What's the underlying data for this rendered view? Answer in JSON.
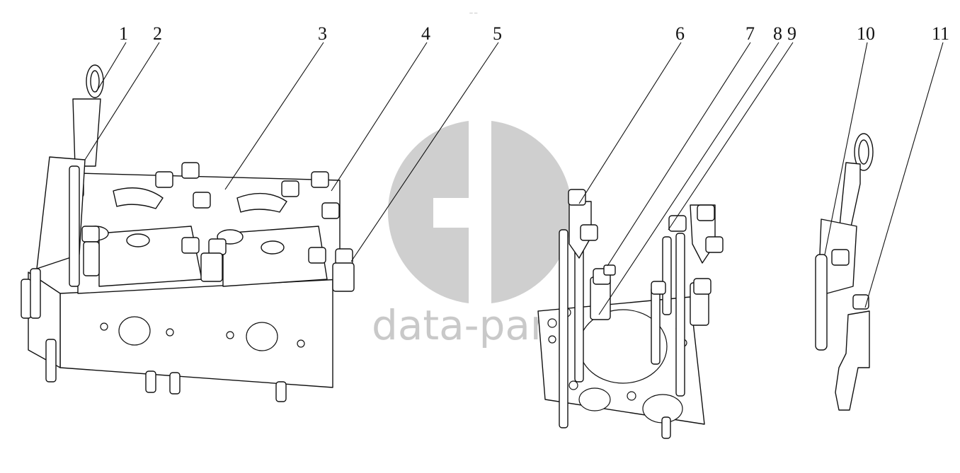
{
  "diagram": {
    "callouts": [
      "1",
      "2",
      "3",
      "4",
      "5",
      "6",
      "7",
      "8",
      "9",
      "10",
      "11"
    ],
    "watermark": {
      "text": "data-parts",
      "logo": "gd-logo",
      "color": "#c9c9c9"
    },
    "top_mark": "— —"
  }
}
